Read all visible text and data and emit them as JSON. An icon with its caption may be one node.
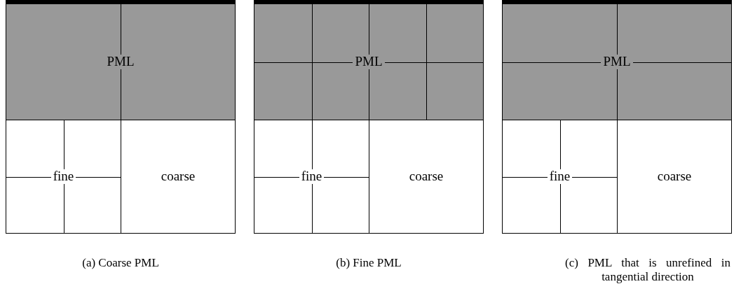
{
  "diagram": {
    "nodes": [
      {
        "text": [
          "PML"
        ]
      },
      {
        "text": [
          "fine"
        ]
      },
      {
        "text": [
          "coarse"
        ]
      },
      {
        "text": [
          "PML"
        ]
      },
      {
        "text": [
          "fine"
        ]
      },
      {
        "text": [
          "coarse"
        ]
      },
      {
        "text": [
          "PML"
        ]
      },
      {
        "text": [
          "fine"
        ]
      },
      {
        "text": [
          "coarse"
        ]
      }
    ],
    "labels": [
      "(a) Coarse PML",
      "(b) Fine PML",
      "(c) PML that is unrefined in tangential direction"
    ]
  }
}
